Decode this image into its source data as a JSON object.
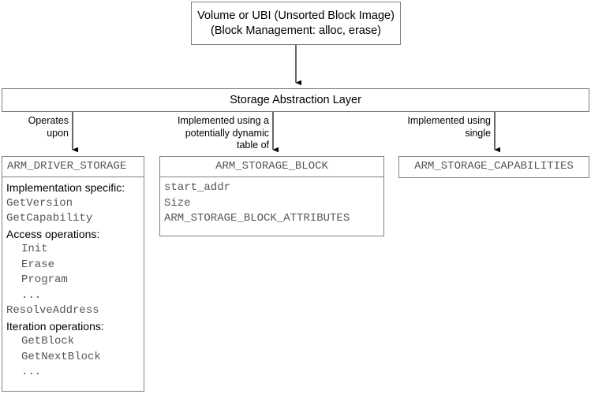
{
  "diagram": {
    "top_box": {
      "lines": [
        "Volume or UBI (Unsorted Block Image)",
        "(Block Management: alloc, erase)"
      ]
    },
    "abstraction_layer": {
      "title": "Storage Abstraction Layer"
    },
    "edges": [
      {
        "id": "operates-upon",
        "lines": [
          "Operates",
          "upon"
        ]
      },
      {
        "id": "implemented-table",
        "lines": [
          "Implemented using a",
          "potentially dynamic",
          "table of"
        ]
      },
      {
        "id": "implemented-single",
        "lines": [
          "Implemented using",
          "single"
        ]
      }
    ],
    "classes": {
      "driver": {
        "header": "ARM_DRIVER_STORAGE",
        "rows": [
          {
            "text": "Implementation specific:",
            "style": "label",
            "indent": false
          },
          {
            "text": "GetVersion",
            "style": "code",
            "indent": false
          },
          {
            "text": "GetCapability",
            "style": "code",
            "indent": false
          },
          {
            "text": "Access operations:",
            "style": "label",
            "indent": false
          },
          {
            "text": "Init",
            "style": "code",
            "indent": true
          },
          {
            "text": "Erase",
            "style": "code",
            "indent": true
          },
          {
            "text": "Program",
            "style": "code",
            "indent": true
          },
          {
            "text": "...",
            "style": "code",
            "indent": true
          },
          {
            "text": "ResolveAddress",
            "style": "code",
            "indent": false
          },
          {
            "text": "Iteration operations:",
            "style": "label",
            "indent": false
          },
          {
            "text": "GetBlock",
            "style": "code",
            "indent": true
          },
          {
            "text": "GetNextBlock",
            "style": "code",
            "indent": true
          },
          {
            "text": "...",
            "style": "code",
            "indent": true
          }
        ]
      },
      "block": {
        "header": "ARM_STORAGE_BLOCK",
        "rows": [
          {
            "text": "start_addr",
            "style": "code",
            "indent": false
          },
          {
            "text": "Size",
            "style": "code",
            "indent": false
          },
          {
            "text": "ARM_STORAGE_BLOCK_ATTRIBUTES",
            "style": "code",
            "indent": false
          }
        ]
      },
      "capabilities": {
        "header": "ARM_STORAGE_CAPABILITIES",
        "rows": []
      }
    },
    "colors": {
      "border": "#808080",
      "code_text": "#555555",
      "label_text": "#000000",
      "connector": "#000000",
      "background": "#ffffff"
    }
  }
}
